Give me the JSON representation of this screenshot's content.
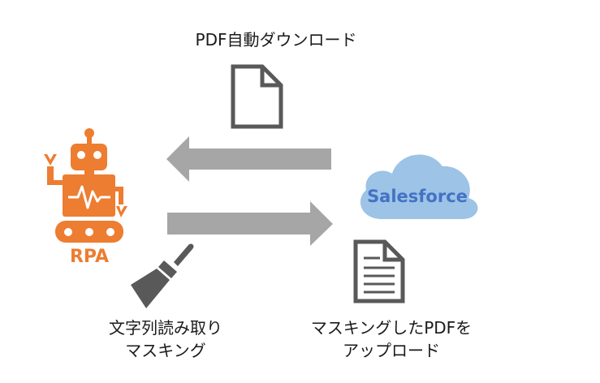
{
  "labels": {
    "download": "PDF自動ダウンロード",
    "rpa": "RPA",
    "salesforce": "Salesforce",
    "mask_line1": "文字列読み取り",
    "mask_line2": "マスキング",
    "upload_line1": "マスキングしたPDFを",
    "upload_line2": "アップロード"
  },
  "colors": {
    "robot": "#ed7d31",
    "cloud": "#9dc3e6",
    "cloud_text": "#4472c4",
    "arrow": "#a6a6a6",
    "icon_stroke": "#595959",
    "brush": "#595959"
  },
  "icons": {
    "robot": "robot-icon",
    "cloud": "cloud-icon",
    "document_download": "document-icon",
    "document_upload": "document-lines-icon",
    "brush": "paint-brush-icon"
  }
}
